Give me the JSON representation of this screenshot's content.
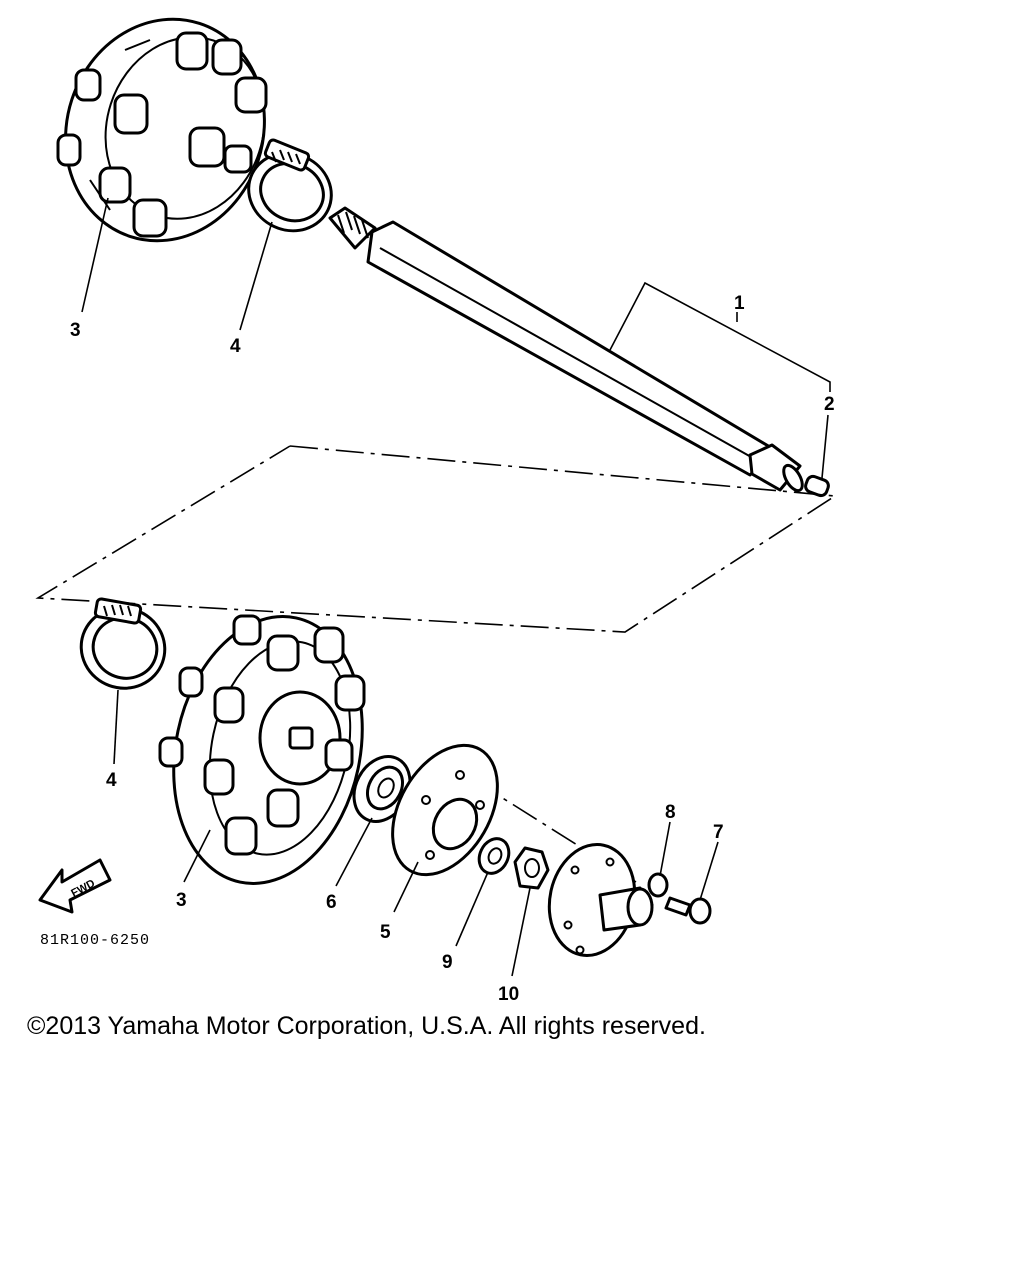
{
  "diagram": {
    "callouts": [
      {
        "id": "1",
        "label": "1"
      },
      {
        "id": "2",
        "label": "2"
      },
      {
        "id": "3a",
        "label": "3"
      },
      {
        "id": "4a",
        "label": "4"
      },
      {
        "id": "4b",
        "label": "4"
      },
      {
        "id": "3b",
        "label": "3"
      },
      {
        "id": "6",
        "label": "6"
      },
      {
        "id": "5",
        "label": "5"
      },
      {
        "id": "8",
        "label": "8"
      },
      {
        "id": "7",
        "label": "7"
      },
      {
        "id": "9",
        "label": "9"
      },
      {
        "id": "10",
        "label": "10"
      }
    ],
    "fwd_label": "FWD",
    "diagram_code": "81R100-6250"
  },
  "footer": {
    "copyright": "©2013 Yamaha Motor Corporation, U.S.A. All rights reserved."
  }
}
